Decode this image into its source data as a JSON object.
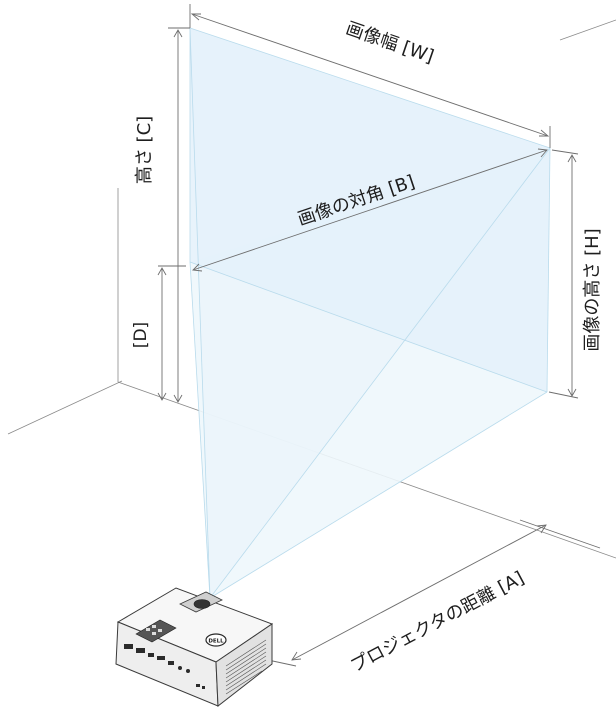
{
  "labels": {
    "image_width": "画像幅 [W]",
    "height_c": "高さ [C]",
    "image_diagonal": "画像の対角 [B]",
    "image_height": "画像の高さ [H]",
    "offset_d": "[D]",
    "projector_distance": "プロジェクタの距離 [A]"
  },
  "colors": {
    "screen_fill": "#e4f1fa",
    "beam_fill": "#eef7fc",
    "ray_color": "#b9dbec",
    "line_color": "#6e6e6e",
    "text_color": "#1e1e1e",
    "projector_body": "#f2f2f2",
    "projector_outline": "#3a3a3a"
  },
  "projector": {
    "brand_logo": "DELL"
  }
}
